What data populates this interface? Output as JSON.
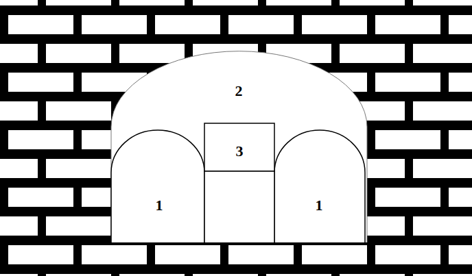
{
  "diagram": {
    "nodes": [
      {
        "text": [
          "2"
        ]
      },
      {
        "text": [
          "3"
        ]
      },
      {
        "text": [
          "1"
        ]
      },
      {
        "text": [
          "1"
        ]
      }
    ]
  }
}
